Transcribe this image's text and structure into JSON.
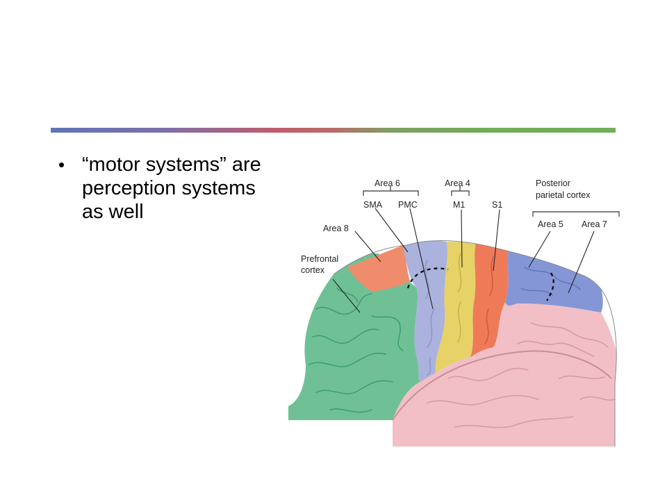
{
  "slide": {
    "bullets": [
      "“motor systems” are perception systems as well"
    ]
  },
  "figure": {
    "labels": {
      "area6": "Area 6",
      "area4": "Area 4",
      "sma": "SMA",
      "pmc": "PMC",
      "m1": "M1",
      "s1": "S1",
      "area8": "Area 8",
      "prefrontal_line1": "Prefrontal",
      "prefrontal_line2": "cortex",
      "posterior_line1": "Posterior",
      "posterior_line2": "parietal cortex",
      "area5": "Area 5",
      "area7": "Area 7"
    },
    "colors": {
      "prefrontal": "#6fc195",
      "area8": "#ef8c6c",
      "premotor": "#aab2dd",
      "motor": "#e6d266",
      "somatosensory": "#ef7a58",
      "parietal": "#8596d6",
      "temporal_occipital": "#f2bfc6",
      "divider_blue": "#5d74b8",
      "divider_green": "#6fae54"
    }
  }
}
